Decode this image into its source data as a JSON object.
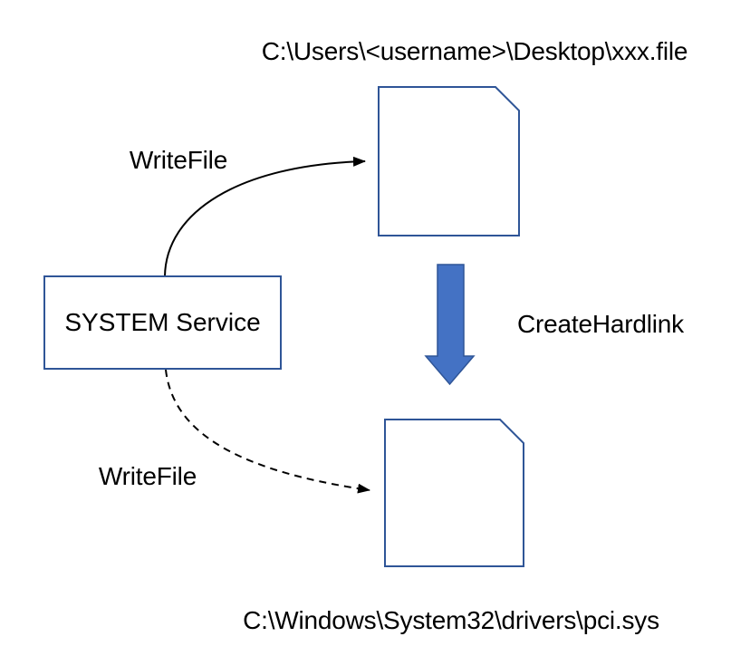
{
  "labels": {
    "top_path": "C:\\Users\\<username>\\Desktop\\xxx.file",
    "writefile_top": "WriteFile",
    "system_service": "SYSTEM Service",
    "create_hardlink": "CreateHardlink",
    "writefile_bottom": "WriteFile",
    "bottom_path": "C:\\Windows\\System32\\drivers\\pci.sys"
  },
  "colors": {
    "background": "#ffffff",
    "text": "#000000",
    "shape_border": "#2f5597",
    "connector_stroke": "#000000",
    "block_arrow_fill": "#4472c4",
    "block_arrow_border": "#2f5597"
  },
  "icons": {
    "file_top": "document-icon",
    "file_bottom": "document-icon",
    "hardlink_arrow": "thick-down-arrow-icon"
  },
  "connectors": [
    {
      "label": "WriteFile",
      "style": "solid-curved-arrow",
      "from": "system-service-box",
      "to": "file-icon-top"
    },
    {
      "label": "CreateHardlink",
      "style": "thick-block-arrow",
      "from": "file-icon-top",
      "to": "file-icon-bottom"
    },
    {
      "label": "WriteFile",
      "style": "dashed-curved-arrow",
      "from": "system-service-box",
      "to": "file-icon-bottom"
    }
  ]
}
